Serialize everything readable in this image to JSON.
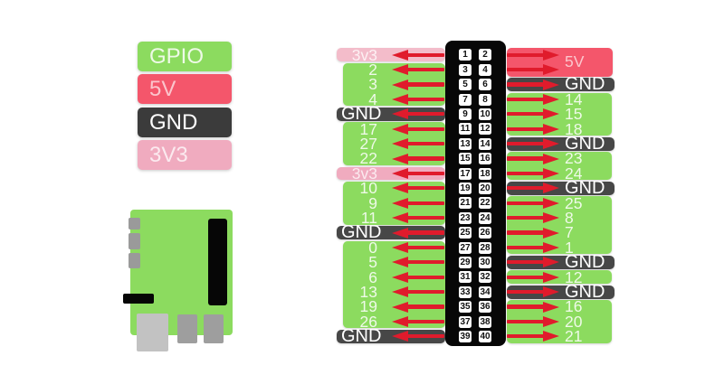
{
  "colors": {
    "background": "#ffffff",
    "gpio_green": "#8CDB5F",
    "power_red": "#F4566B",
    "ground_dark": "#474747",
    "ground_dark_legend": "#3B3B3B",
    "v33_pink": "#F0ABBF",
    "v33_pink_light": "#F3BCCA",
    "arrow_red": "#E01B2C",
    "header_black": "#070707",
    "pin_square_white": "#FFFFFF",
    "pin_number_black": "#111111",
    "board_green": "#8CDB5F",
    "tab_gray": "#9A9A9A",
    "ethernet_gray": "#C2C2C2",
    "usb_gray": "#9E9E9E",
    "board_black": "#060606"
  },
  "legend": {
    "items": [
      {
        "label": "GPIO",
        "type": "gpio"
      },
      {
        "label": "5V",
        "type": "v5"
      },
      {
        "label": "GND",
        "type": "gnd"
      },
      {
        "label": "3V3",
        "type": "v33"
      }
    ]
  },
  "board_illustration": {
    "parts": [
      "pcb",
      "side-tab",
      "side-tab",
      "side-tab",
      "gpio-header-bar",
      "display-connector-bar",
      "ethernet-port",
      "usb-port",
      "usb-port"
    ]
  },
  "pinout": {
    "left_pin_numbers": [
      "1",
      "3",
      "5",
      "7",
      "9",
      "11",
      "13",
      "15",
      "17",
      "19",
      "21",
      "23",
      "25",
      "27",
      "29",
      "31",
      "33",
      "35",
      "37",
      "39"
    ],
    "right_pin_numbers": [
      "2",
      "4",
      "6",
      "8",
      "10",
      "12",
      "14",
      "16",
      "18",
      "20",
      "22",
      "24",
      "26",
      "28",
      "30",
      "32",
      "34",
      "36",
      "38",
      "40"
    ],
    "left_groups": [
      {
        "type": "v33_light",
        "labels": [
          "3v3"
        ]
      },
      {
        "type": "gpio",
        "labels": [
          "2",
          "3",
          "4"
        ]
      },
      {
        "type": "gnd",
        "labels": [
          "GND"
        ]
      },
      {
        "type": "gpio",
        "labels": [
          "17",
          "27",
          "22"
        ]
      },
      {
        "type": "v33",
        "labels": [
          "3v3"
        ]
      },
      {
        "type": "gpio",
        "labels": [
          "10",
          "9",
          "11"
        ]
      },
      {
        "type": "gnd",
        "labels": [
          "GND"
        ]
      },
      {
        "type": "gpio",
        "labels": [
          "0",
          "5",
          "6",
          "13",
          "19",
          "26"
        ]
      },
      {
        "type": "gnd",
        "labels": [
          "GND"
        ]
      }
    ],
    "right_groups": [
      {
        "type": "v5",
        "labels": [
          "5V"
        ],
        "rows": 2
      },
      {
        "type": "gnd",
        "labels": [
          "GND"
        ]
      },
      {
        "type": "gpio",
        "labels": [
          "14",
          "15",
          "18"
        ]
      },
      {
        "type": "gnd",
        "labels": [
          "GND"
        ]
      },
      {
        "type": "gpio",
        "labels": [
          "23",
          "24"
        ]
      },
      {
        "type": "gnd",
        "labels": [
          "GND"
        ]
      },
      {
        "type": "gpio",
        "labels": [
          "25",
          "8",
          "7",
          "1"
        ]
      },
      {
        "type": "gnd",
        "labels": [
          "GND"
        ]
      },
      {
        "type": "gpio",
        "labels": [
          "12"
        ]
      },
      {
        "type": "gnd",
        "labels": [
          "GND"
        ]
      },
      {
        "type": "gpio",
        "labels": [
          "16",
          "20",
          "21"
        ]
      }
    ]
  }
}
